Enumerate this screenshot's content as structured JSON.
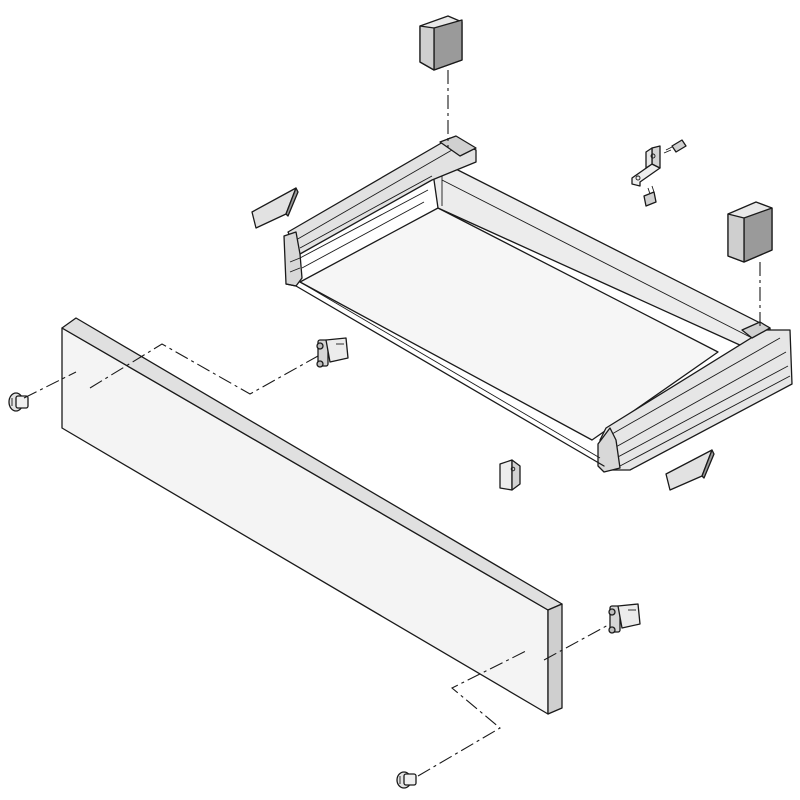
{
  "diagram": {
    "type": "exploded-assembly",
    "parts": [
      "drawer-body",
      "front-panel",
      "end-cap-back-left",
      "end-cap-back-right",
      "side-label-left",
      "side-label-right",
      "front-clip-left",
      "front-clip-right",
      "screw-left",
      "screw-bottom",
      "angle-bracket-with-screws",
      "small-bracket"
    ],
    "colors": {
      "line": "#1a1a1a",
      "panel": "#f4f4f4",
      "shade": "#c8c8c8",
      "dark": "#9a9a9a",
      "background": "#ffffff"
    }
  }
}
